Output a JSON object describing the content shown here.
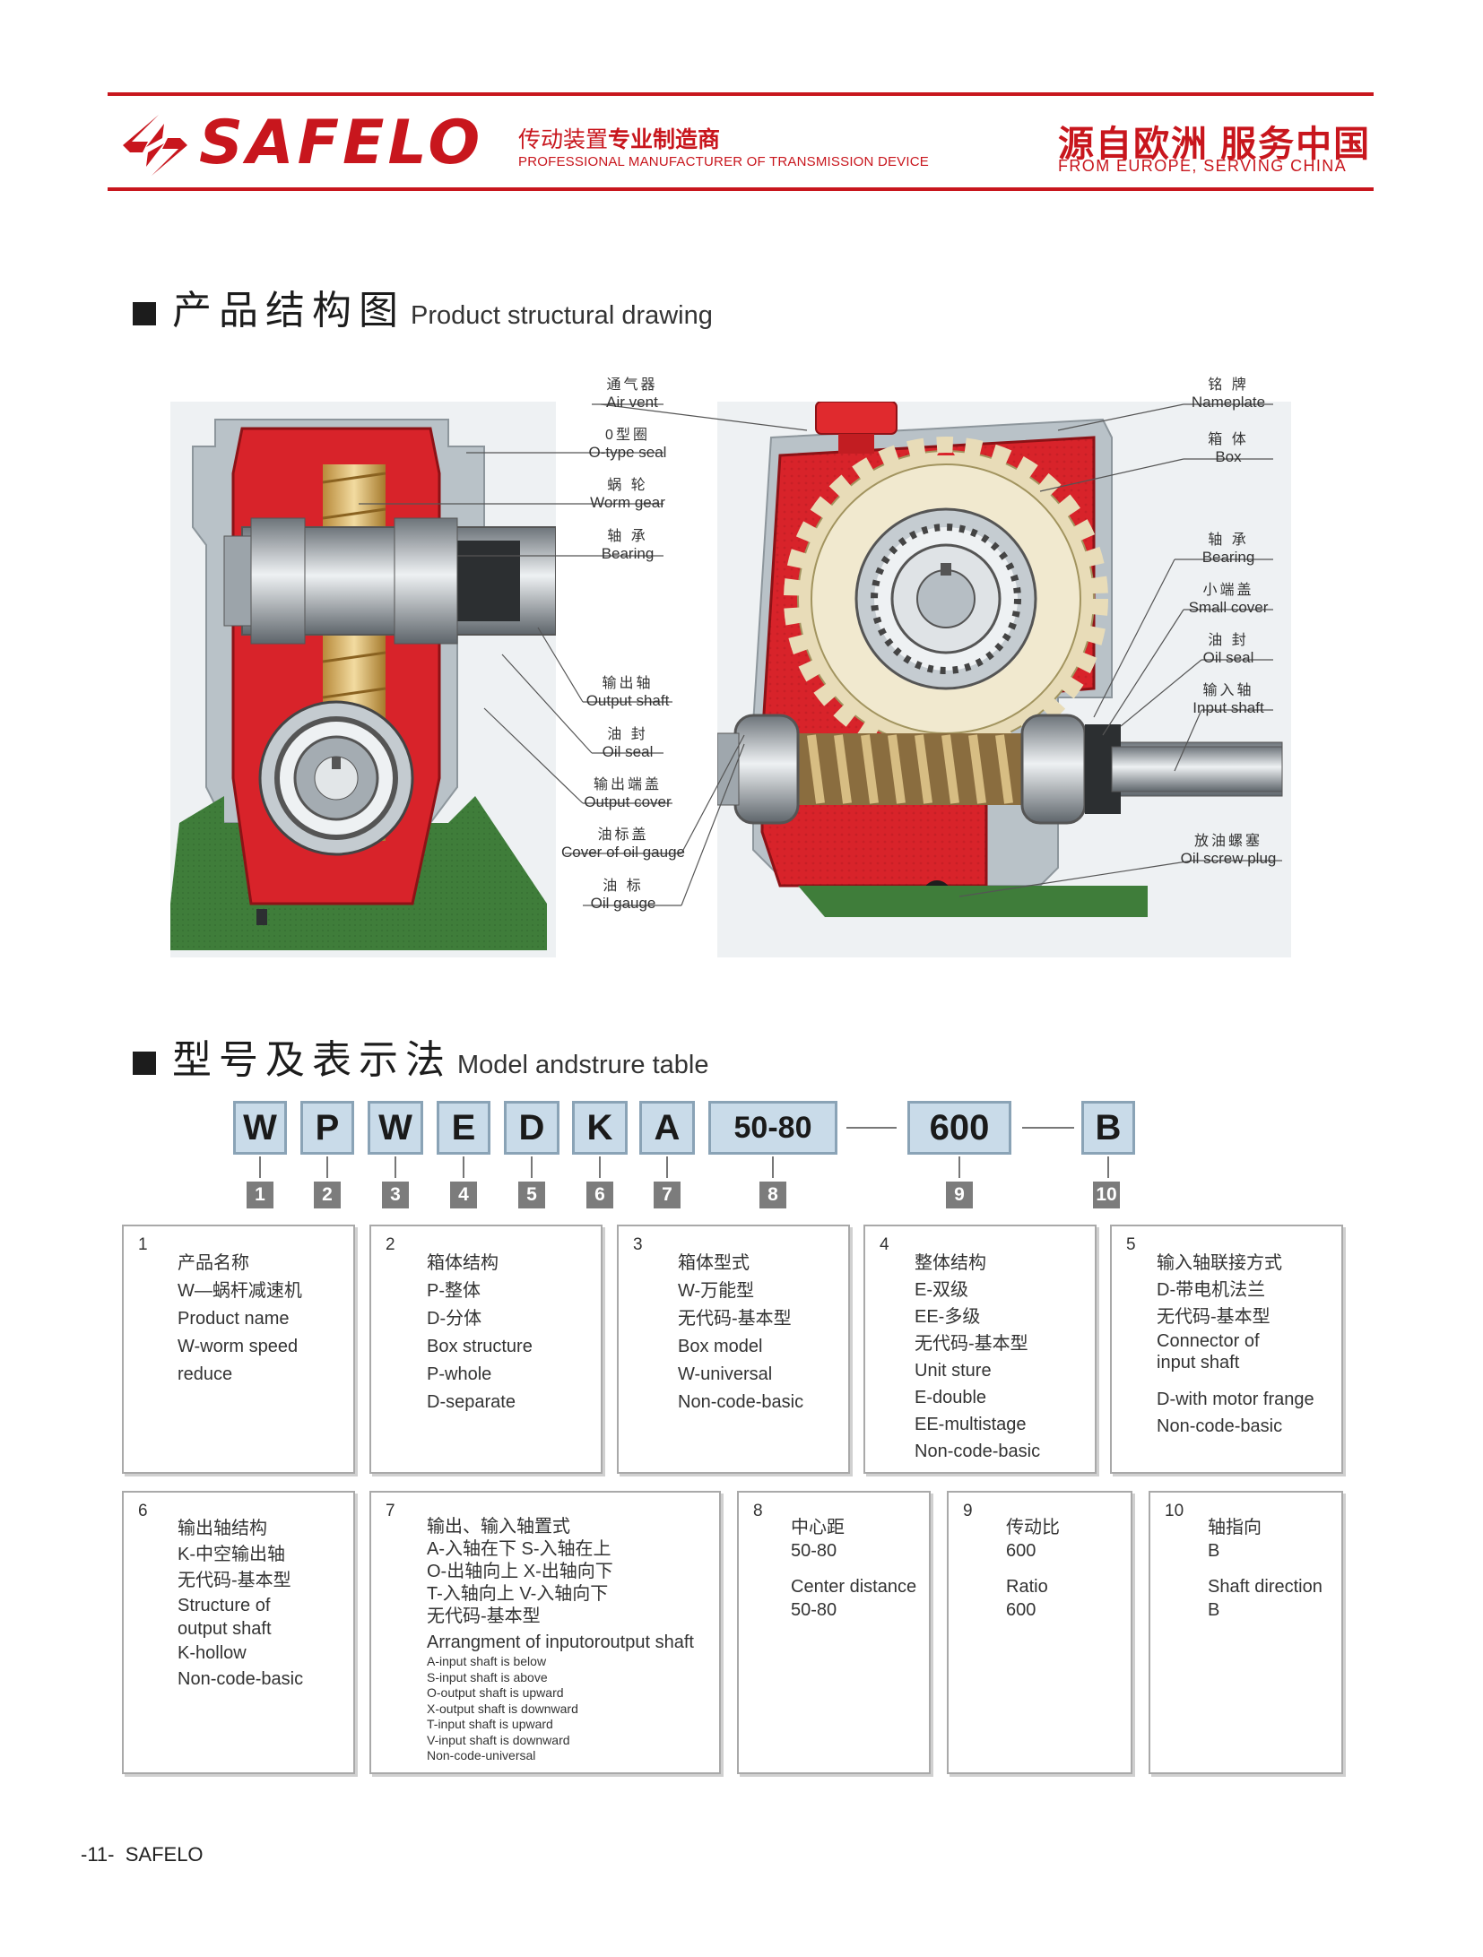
{
  "header": {
    "brand": "SAFELO",
    "tagline_cn_a": "传动装置",
    "tagline_cn_b": "专业制造商",
    "tagline_en": "PROFESSIONAL MANUFACTURER OF TRANSMISSION DEVICE",
    "slogan_cn": "源自欧洲 服务中国",
    "slogan_en": "FROM EUROPE, SERVING CHINA"
  },
  "section1": {
    "title_cn": "产品结构图",
    "title_en": "Product structural drawing"
  },
  "drawing": {
    "left_labels": [
      {
        "cn": "通气器",
        "en": "Air vent"
      },
      {
        "cn": "0型圈",
        "en": "O-type seal"
      },
      {
        "cn": "蜗 轮",
        "en": "Worm gear"
      },
      {
        "cn": "轴 承",
        "en": "Bearing"
      },
      {
        "cn": "输出轴",
        "en": "Output shaft"
      },
      {
        "cn": "油 封",
        "en": "Oil seal"
      },
      {
        "cn": "输出端盖",
        "en": "Output cover"
      },
      {
        "cn": "油标盖",
        "en": "Cover of oil gauge"
      },
      {
        "cn": "油 标",
        "en": "Oil gauge"
      }
    ],
    "right_labels": [
      {
        "cn": "铭 牌",
        "en": "Nameplate"
      },
      {
        "cn": "箱 体",
        "en": "Box"
      },
      {
        "cn": "轴 承",
        "en": "Bearing"
      },
      {
        "cn": "小端盖",
        "en": "Small cover"
      },
      {
        "cn": "油 封",
        "en": "Oil seal"
      },
      {
        "cn": "输入轴",
        "en": "Input shaft"
      },
      {
        "cn": "放油螺塞",
        "en": "Oil screw plug"
      }
    ]
  },
  "section2": {
    "title_cn": "型号及表示法",
    "title_en": "Model andstrure table"
  },
  "model_code": {
    "segments": [
      "W",
      "P",
      "W",
      "E",
      "D",
      "K",
      "A",
      "50-80",
      "600",
      "B"
    ],
    "numbers": [
      "1",
      "2",
      "3",
      "4",
      "5",
      "6",
      "7",
      "8",
      "9",
      "10"
    ]
  },
  "cards": [
    {
      "no": "1",
      "lines": [
        "产品名称",
        "W—蜗杆减速机",
        "Product name",
        "W-worm speed",
        "reduce"
      ]
    },
    {
      "no": "2",
      "lines": [
        "箱体结构",
        "P-整体",
        "D-分体",
        "Box structure",
        "P-whole",
        "D-separate"
      ]
    },
    {
      "no": "3",
      "lines": [
        "箱体型式",
        "W-万能型",
        "无代码-基本型",
        "Box model",
        "W-universal",
        "Non-code-basic"
      ]
    },
    {
      "no": "4",
      "lines": [
        "整体结构",
        "E-双级",
        "EE-多级",
        "无代码-基本型",
        "Unit sture",
        "E-double",
        "EE-multistage",
        "Non-code-basic"
      ]
    },
    {
      "no": "5",
      "lines": [
        "输入轴联接方式",
        "D-带电机法兰",
        "无代码-基本型",
        "Connector of",
        "input shaft",
        "",
        "D-with motor frange",
        "Non-code-basic"
      ]
    },
    {
      "no": "6",
      "lines": [
        "输出轴结构",
        "K-中空输出轴",
        "无代码-基本型",
        "Structure of",
        "output shaft",
        "K-hollow",
        "Non-code-basic"
      ]
    },
    {
      "no": "7",
      "lines": [
        "输出、输入轴置式",
        "A-入轴在下   S-入轴在上",
        "O-出轴向上   X-出轴向下",
        "T-入轴向上   V-入轴向下",
        "无代码-基本型",
        "Arrangment of inputoroutput shaft"
      ],
      "small": [
        "A-input shaft is below",
        "S-input shaft is above",
        "O-output shaft is upward",
        "X-output shaft is downward",
        "T-input shaft is upward",
        "V-input shaft is downward",
        "Non-code-universal"
      ]
    },
    {
      "no": "8",
      "lines": [
        "中心距",
        "50-80",
        "Center distance",
        "50-80"
      ]
    },
    {
      "no": "9",
      "lines": [
        "传动比",
        "600",
        "Ratio",
        "600"
      ]
    },
    {
      "no": "10",
      "lines": [
        "轴指向",
        "B",
        "Shaft direction",
        "B"
      ]
    }
  ],
  "footer": {
    "page": "-11-",
    "brand": "SAFELO"
  },
  "colors": {
    "brand_red": "#c8161d",
    "code_box": "#c9dbe9",
    "housing_red": "#d8232a",
    "base_green": "#3f7d3a"
  }
}
